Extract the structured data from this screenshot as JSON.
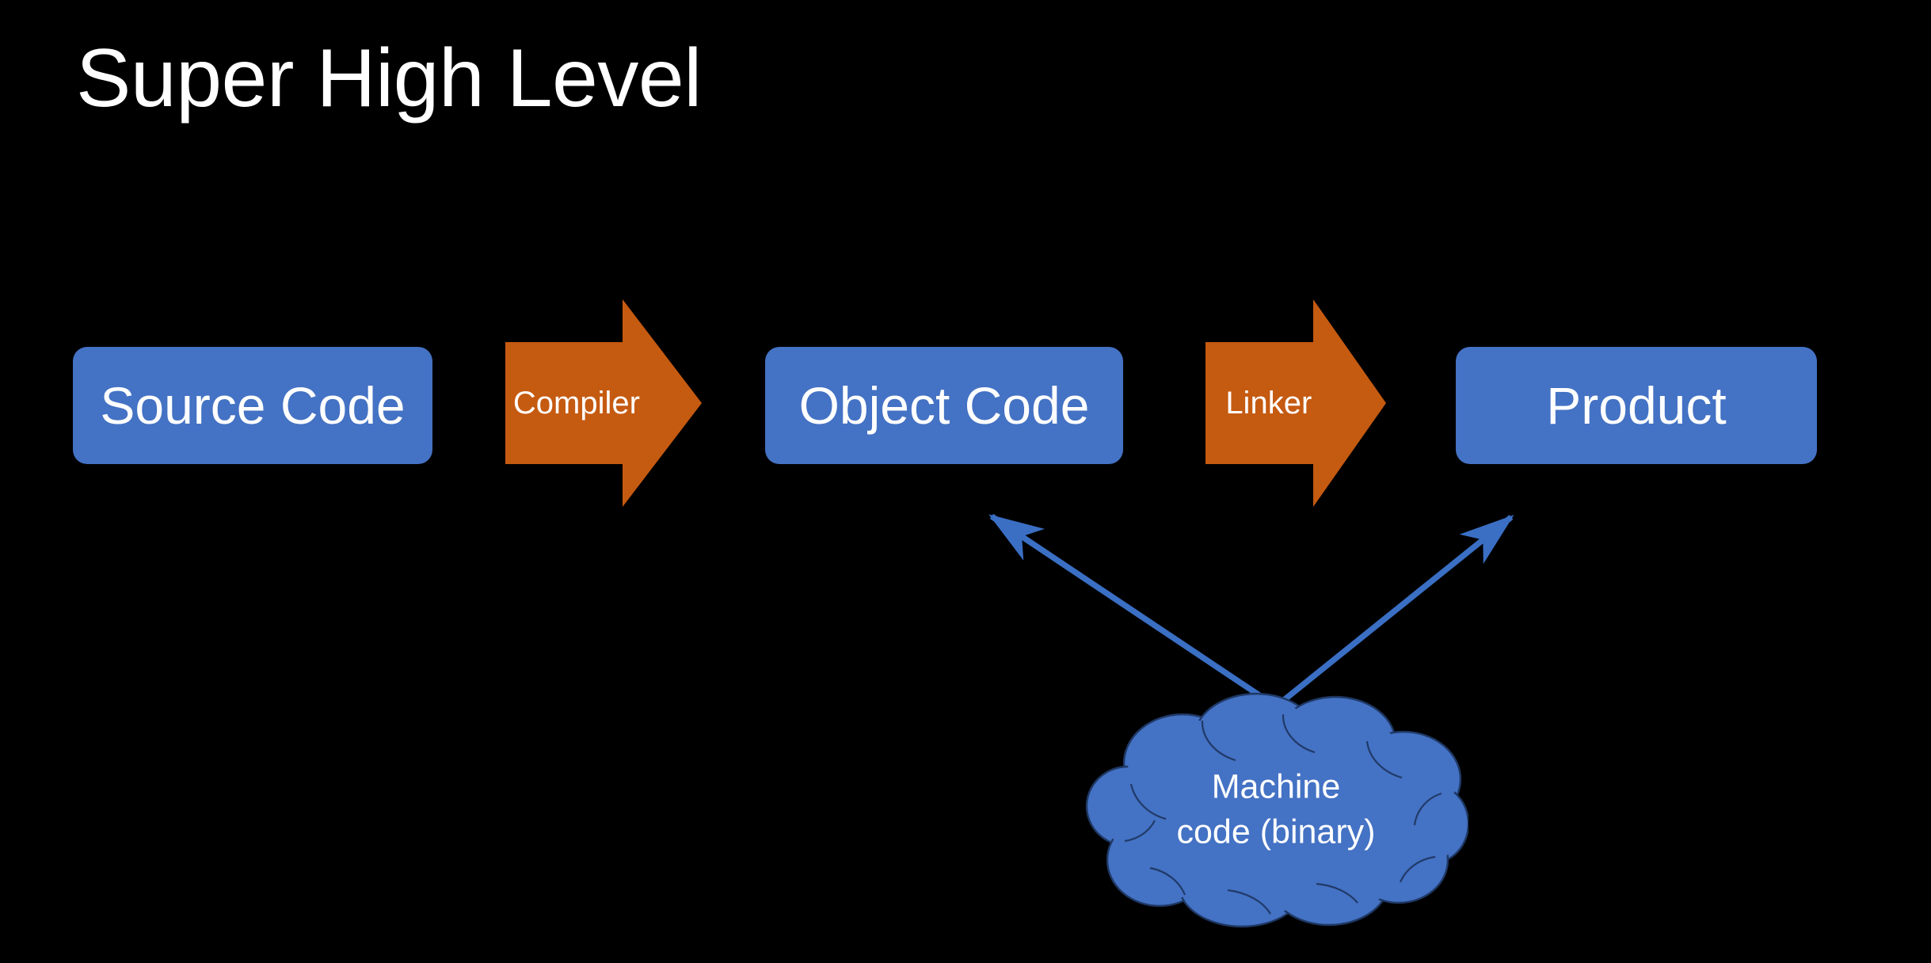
{
  "slide": {
    "title": "Super High Level",
    "background_color": "#000000",
    "title_color": "#FFFFFF"
  },
  "palette": {
    "box_blue": "#4472C4",
    "arrow_orange": "#C55A11",
    "connector_blue": "#3A6FC4",
    "cloud_blue": "#4472C4",
    "cloud_outline": "#1F3864",
    "text_white": "#FFFFFF"
  },
  "diagram": {
    "nodes": [
      {
        "id": "source-code",
        "label": "Source Code",
        "shape": "rounded-rect",
        "color": "#4472C4"
      },
      {
        "id": "object-code",
        "label": "Object Code",
        "shape": "rounded-rect",
        "color": "#4472C4"
      },
      {
        "id": "product",
        "label": "Product",
        "shape": "rounded-rect",
        "color": "#4472C4"
      }
    ],
    "process_arrows": [
      {
        "id": "compiler",
        "label": "Compiler",
        "from": "source-code",
        "to": "object-code",
        "color": "#C55A11"
      },
      {
        "id": "linker",
        "label": "Linker",
        "from": "object-code",
        "to": "product",
        "color": "#C55A11"
      }
    ],
    "cloud": {
      "id": "machine-code",
      "label_line1": "Machine",
      "label_line2": "code (binary)",
      "color": "#4472C4"
    },
    "connectors": [
      {
        "id": "cloud-to-object-code",
        "from": "machine-code",
        "to": "object-code",
        "style": "single-arrow",
        "color": "#3A6FC4"
      },
      {
        "id": "cloud-to-product",
        "from": "machine-code",
        "to": "product",
        "style": "single-arrow",
        "color": "#3A6FC4"
      }
    ]
  }
}
